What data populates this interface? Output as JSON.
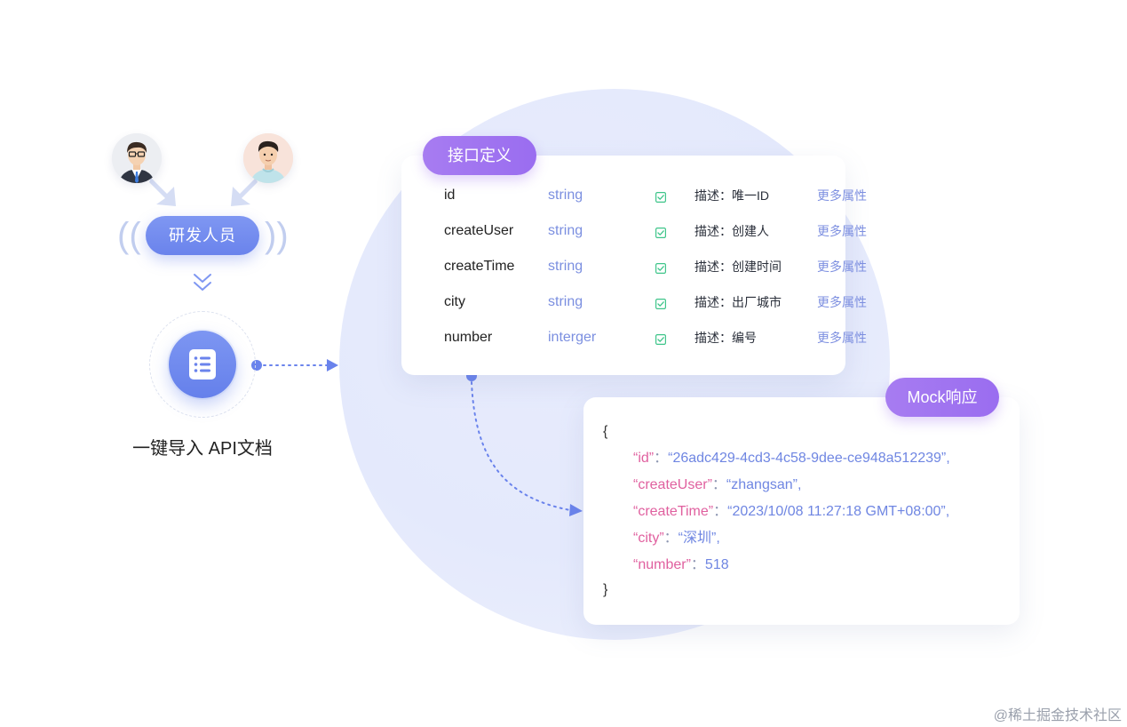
{
  "left": {
    "dev_label": "研发人员",
    "import_label": "一键导入 API文档"
  },
  "definition": {
    "tag": "接口定义",
    "rows": [
      {
        "name": "id",
        "type": "string",
        "desc": "描述：唯一ID",
        "more": "更多属性"
      },
      {
        "name": "createUser",
        "type": "string",
        "desc": "描述：创建人",
        "more": "更多属性"
      },
      {
        "name": "createTime",
        "type": "string",
        "desc": "描述：创建时间",
        "more": "更多属性"
      },
      {
        "name": "city",
        "type": "string",
        "desc": "描述：出厂城市",
        "more": "更多属性"
      },
      {
        "name": "number",
        "type": "interger",
        "desc": "描述：编号",
        "more": "更多属性"
      }
    ]
  },
  "mock": {
    "tag": "Mock响应",
    "open_brace": "{",
    "close_brace": "}",
    "lines": [
      {
        "key": "“id”",
        "sep": "：",
        "value": "“26adc429-4cd3-4c58-9dee-ce948a512239”,"
      },
      {
        "key": "“createUser”",
        "sep": "：",
        "value": "“zhangsan”,"
      },
      {
        "key": "“createTime”",
        "sep": "：",
        "value": "“2023/10/08 11:27:18 GMT+08:00”,"
      },
      {
        "key": "“city”",
        "sep": "：",
        "value": "“深圳”,"
      },
      {
        "key": "“number”",
        "sep": "：",
        "value": "518"
      }
    ]
  },
  "watermark": "@稀土掘金技术社区",
  "colors": {
    "accent_blue": "#6a83ec",
    "accent_purple": "#9a6df0",
    "key_pink": "#e0609f",
    "check_green": "#3fc58a"
  }
}
